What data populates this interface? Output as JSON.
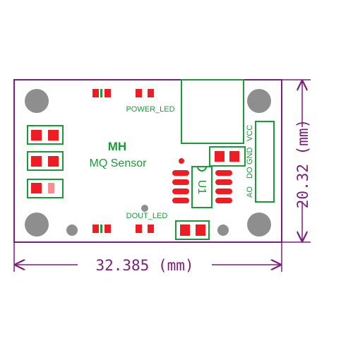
{
  "board": {
    "brand": "MH",
    "name": "MQ Sensor",
    "power_led_label": "POWER_LED",
    "dout_led_label": "DOUT_LED",
    "chip_label": "U1",
    "pins": [
      "AO",
      "DO",
      "GND",
      "VCC"
    ]
  },
  "dimensions": {
    "width_label": "32.385 (mm)",
    "height_label": "20.32 (mm)"
  },
  "colors": {
    "board_outline": "#7a1f7a",
    "pad_red": "#ee1d24",
    "silk_green": "#1b9a3a",
    "hole_gray": "#8e8e8e",
    "board_fill": "#ffffff"
  }
}
